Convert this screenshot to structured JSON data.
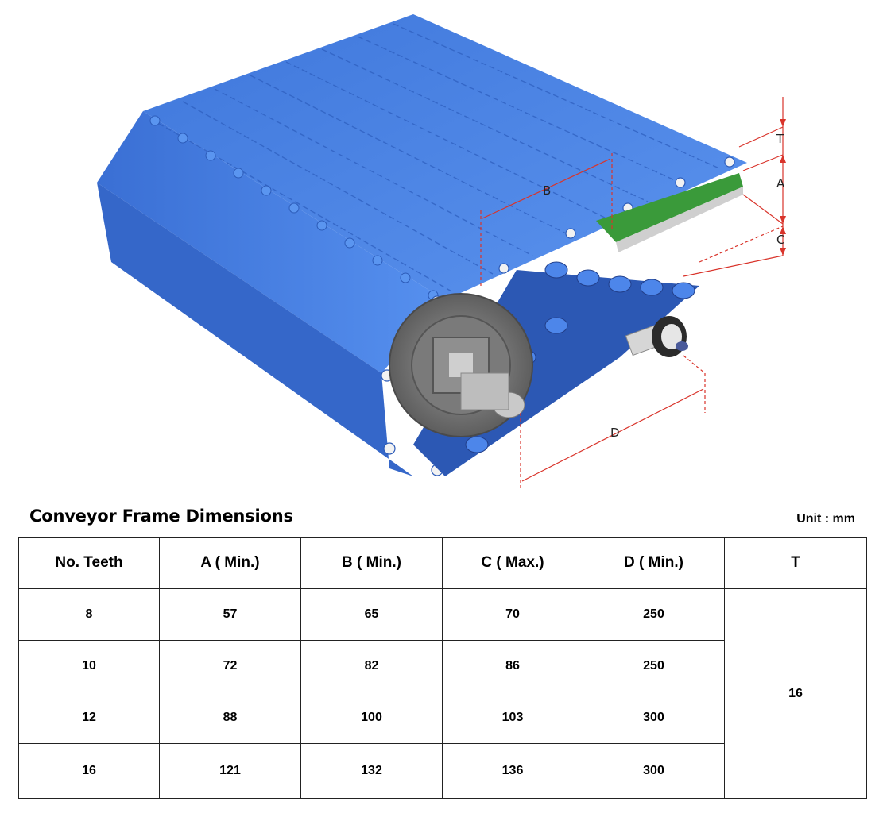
{
  "illustration": {
    "dimension_labels": {
      "b": "B",
      "t": "T",
      "a": "A",
      "c": "C",
      "d": "D"
    },
    "colors": {
      "belt": "#4a86e8",
      "belt_dark": "#2f63c4",
      "belt_light": "#7aa8f5",
      "sprocket": "#6b6b6b",
      "strip": "#3a9a3a",
      "dimension_line": "#d9342b"
    }
  },
  "section": {
    "title": "Conveyor Frame Dimensions",
    "unit": "Unit : mm"
  },
  "table": {
    "headers": [
      "No. Teeth",
      "A ( Min.)",
      "B ( Min.)",
      "C ( Max.)",
      "D ( Min.)",
      "T"
    ],
    "rows": [
      [
        "8",
        "57",
        "65",
        "70",
        "250"
      ],
      [
        "10",
        "72",
        "82",
        "86",
        "250"
      ],
      [
        "12",
        "88",
        "100",
        "103",
        "300"
      ],
      [
        "16",
        "121",
        "132",
        "136",
        "300"
      ]
    ],
    "t_value": "16"
  }
}
